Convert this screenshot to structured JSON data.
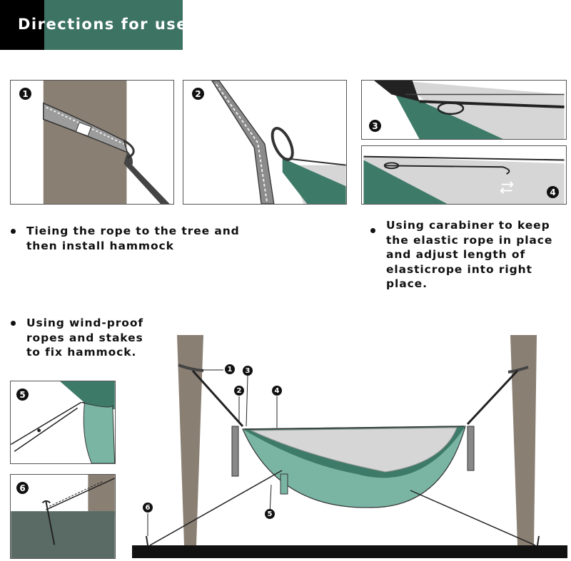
{
  "header": {
    "title": "Directions for use"
  },
  "steps": {
    "s1": "1",
    "s2": "2",
    "s3": "3",
    "s4": "4",
    "s5": "5",
    "s6": "6"
  },
  "bullets": {
    "tie": [
      "Tieing the rope to the tree and",
      "then install hammock"
    ],
    "carabiner": [
      "Using carabiner to keep",
      "the elastic rope in place",
      "and adjust length of",
      "elasticrope into right",
      "place."
    ],
    "wind": [
      "Using wind-proof",
      "ropes and stakes",
      "to fix hammock."
    ]
  },
  "diagram_numbers": {
    "n1": "1",
    "n2": "2",
    "n3": "3",
    "n4": "4",
    "n5": "5",
    "n6": "6"
  },
  "colors": {
    "header_black": "#000000",
    "header_teal": "#3d7363",
    "tree": "#8a7f73",
    "hammock_dark": "#3e7a68",
    "hammock_light": "#7ab5a3",
    "mesh": "#d6d6d6",
    "ground": "#111111"
  }
}
